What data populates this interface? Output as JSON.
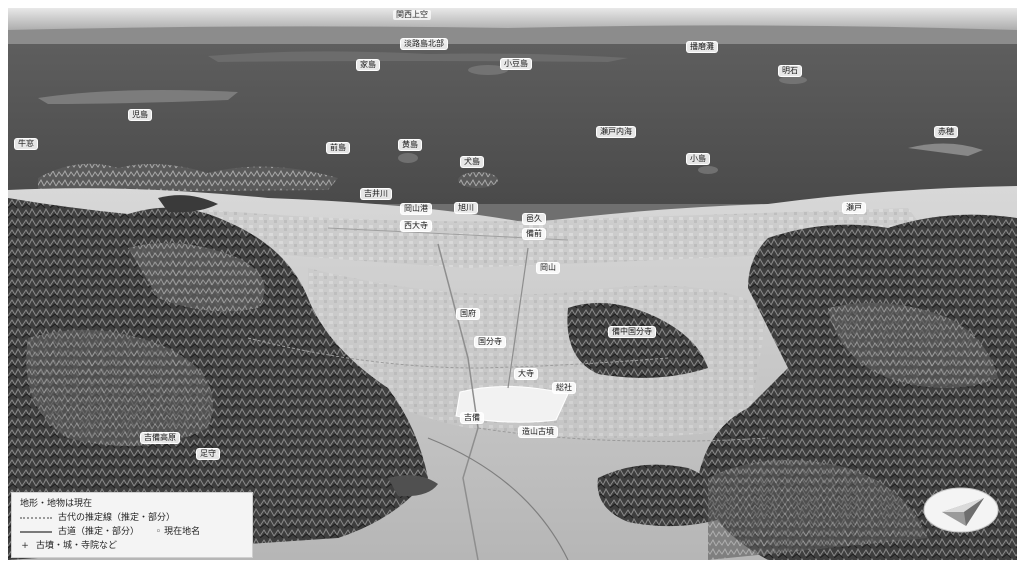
{
  "map": {
    "title": "関西上空",
    "labels": [
      {
        "id": "far-island-1",
        "text": "淡路島北部"
      },
      {
        "id": "far-island-2",
        "text": "小豆島"
      },
      {
        "id": "far-island-3",
        "text": "家島"
      },
      {
        "id": "far-coast-right",
        "text": "播磨灘"
      },
      {
        "id": "far-coast-farright",
        "text": "明石"
      },
      {
        "id": "left-peninsula",
        "text": "児島"
      },
      {
        "id": "left-edge",
        "text": "牛窓"
      },
      {
        "id": "sea-center",
        "text": "瀬戸内海"
      },
      {
        "id": "island-a",
        "text": "前島"
      },
      {
        "id": "island-b",
        "text": "黄島"
      },
      {
        "id": "island-c",
        "text": "犬島"
      },
      {
        "id": "island-d",
        "text": "小島"
      },
      {
        "id": "right-coast",
        "text": "赤穂"
      },
      {
        "id": "bay-1",
        "text": "吉井川"
      },
      {
        "id": "bay-2",
        "text": "旭川"
      },
      {
        "id": "coast-1",
        "text": "岡山港"
      },
      {
        "id": "coast-2",
        "text": "西大寺"
      },
      {
        "id": "coast-3",
        "text": "邑久"
      },
      {
        "id": "coast-4",
        "text": "備前"
      },
      {
        "id": "coast-5",
        "text": "瀬戸"
      },
      {
        "id": "city-1",
        "text": "岡山"
      },
      {
        "id": "city-2",
        "text": "国府"
      },
      {
        "id": "city-3",
        "text": "国分寺"
      },
      {
        "id": "city-4",
        "text": "大寺"
      },
      {
        "id": "city-5",
        "text": "総社"
      },
      {
        "id": "city-6",
        "text": "吉備"
      },
      {
        "id": "city-7",
        "text": "造山古墳"
      },
      {
        "id": "city-8",
        "text": "備中国分寺"
      },
      {
        "id": "mountain-1",
        "text": "吉備高原"
      },
      {
        "id": "mountain-2",
        "text": "足守"
      }
    ]
  },
  "legend": {
    "title": "地形・地物は現在",
    "item_dotted": "古代の推定線（推定・部分）",
    "item_solid": "古道（推定・部分）",
    "item_mark_label": "現在地名",
    "item_dot": "古墳・城・寺院など",
    "mark_symbol": "◦",
    "dot_symbol": "+"
  },
  "compass": {
    "icon": "north-arrow-icon"
  }
}
